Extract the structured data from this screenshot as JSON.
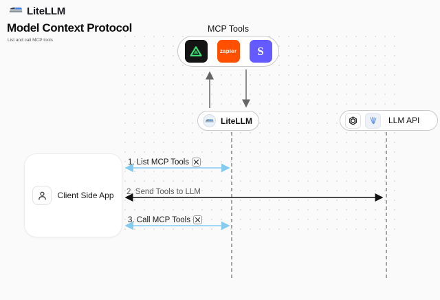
{
  "header": {
    "brand": "LiteLLM",
    "title": "Model Context Protocol",
    "subtitle": "List and call MCP tools"
  },
  "mcp_box": {
    "label": "MCP Tools",
    "zapier_text": "zapier",
    "stripe_text": "S",
    "icons": [
      "green-triangle-icon",
      "zapier-icon",
      "stripe-icon"
    ]
  },
  "nodes": {
    "litellm": {
      "label": "LiteLLM",
      "icon": "litellm-train-icon"
    },
    "llm_api": {
      "label": "LLM API",
      "icons": [
        "openai-icon",
        "blue-fan-icon"
      ]
    },
    "client": {
      "label": "Client Side App",
      "icon": "person-icon"
    }
  },
  "flows": {
    "step1": {
      "label": "1. List MCP Tools",
      "icon": "tools-icon",
      "direction": "bidirectional",
      "color": "#85CAEF"
    },
    "step2": {
      "label": "2. Send Tools to LLM",
      "direction": "bidirectional",
      "color": "#111111"
    },
    "step3": {
      "label": "3. Call MCP Tools",
      "icon": "tools-icon",
      "direction": "bidirectional",
      "color": "#85CAEF"
    }
  },
  "colors": {
    "background": "#FAFAFA",
    "accent_blue_arrow": "#85CAEF",
    "zapier_orange": "#FF4F00",
    "stripe_purple": "#635BFF",
    "triangle_green": "#3FE37A",
    "dashed_lifeline": "#8C8C8C"
  }
}
